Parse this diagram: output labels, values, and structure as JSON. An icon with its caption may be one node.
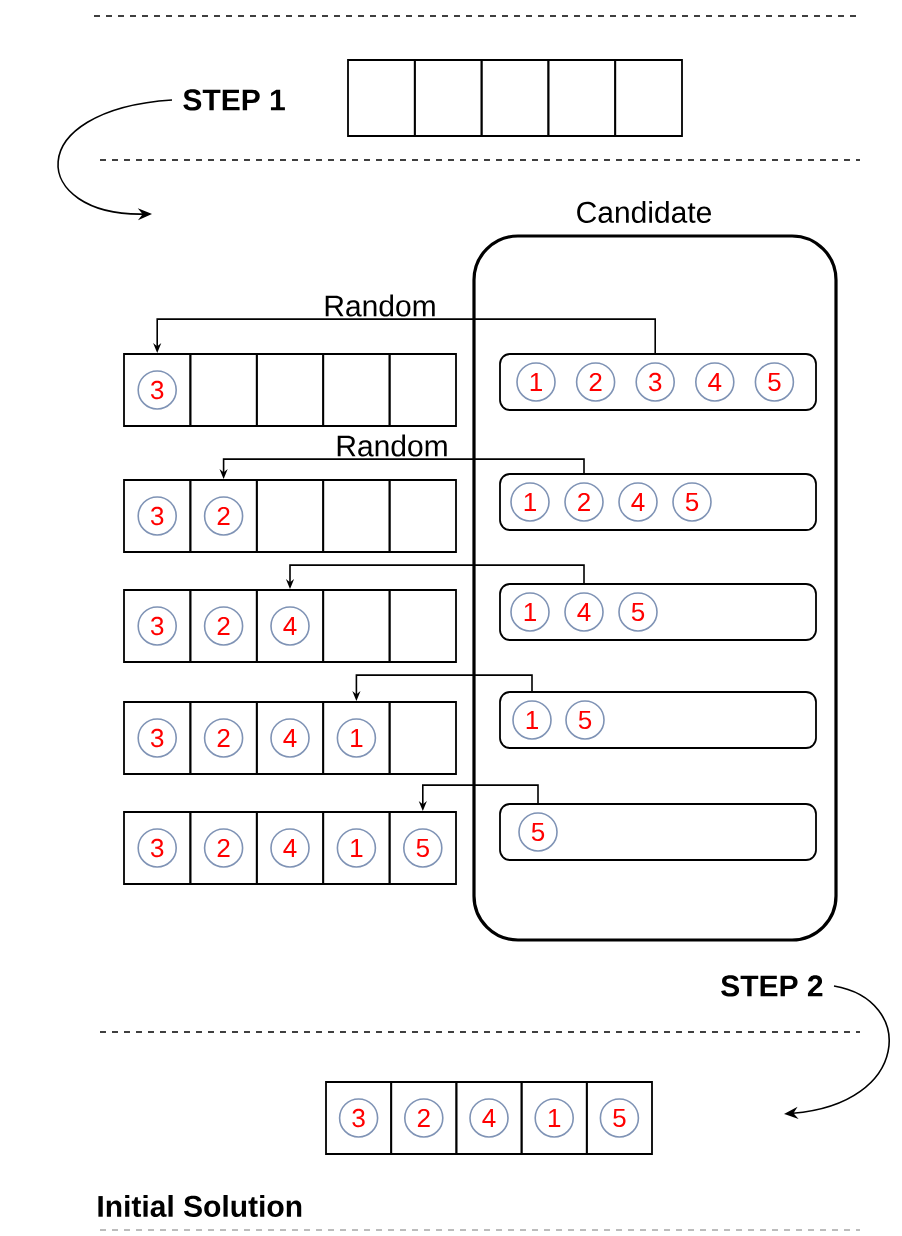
{
  "diagram": {
    "nodes": [
      {
        "text": [
          "STEP 1"
        ]
      },
      {
        "text": [],
        "shape": "box"
      },
      {
        "text": [],
        "shape": "box"
      },
      {
        "text": [],
        "shape": "box"
      },
      {
        "text": [],
        "shape": "box"
      },
      {
        "text": [],
        "shape": "box"
      },
      {
        "text": [
          "Candidate"
        ]
      },
      {
        "text": [
          "3"
        ]
      },
      {
        "text": [],
        "shape": "box"
      },
      {
        "text": [],
        "shape": "box"
      },
      {
        "text": [],
        "shape": "box"
      },
      {
        "text": [],
        "shape": "box"
      },
      {
        "text": [
          "1",
          "2",
          "3",
          "4",
          "5"
        ],
        "in": 6
      },
      {
        "text": [
          "3"
        ]
      },
      {
        "text": [
          "2"
        ]
      },
      {
        "text": [],
        "shape": "box"
      },
      {
        "text": [],
        "shape": "box"
      },
      {
        "text": [],
        "shape": "box"
      },
      {
        "text": [
          "1",
          "2",
          "4",
          "5"
        ],
        "in": 6
      },
      {
        "text": [
          "3"
        ]
      },
      {
        "text": [
          "2"
        ]
      },
      {
        "text": [
          "4"
        ]
      },
      {
        "text": [],
        "shape": "box"
      },
      {
        "text": [],
        "shape": "box"
      },
      {
        "text": [
          "1",
          "4",
          "5"
        ],
        "in": 6
      },
      {
        "text": [
          "3"
        ]
      },
      {
        "text": [
          "2"
        ]
      },
      {
        "text": [
          "4"
        ]
      },
      {
        "text": [
          "1"
        ]
      },
      {
        "text": [],
        "shape": "box"
      },
      {
        "text": [
          "1",
          "5"
        ],
        "in": 6
      },
      {
        "text": [
          "3"
        ]
      },
      {
        "text": [
          "2"
        ]
      },
      {
        "text": [
          "4"
        ]
      },
      {
        "text": [
          "1"
        ]
      },
      {
        "text": [
          "5"
        ]
      },
      {
        "text": [
          "5"
        ],
        "in": 6
      },
      {
        "text": [
          "STEP 2"
        ]
      },
      {
        "text": [
          "3"
        ]
      },
      {
        "text": [
          "2"
        ]
      },
      {
        "text": [
          "4"
        ]
      },
      {
        "text": [
          "1"
        ]
      },
      {
        "text": [
          "5"
        ]
      }
    ],
    "edges": [
      {
        "from": 12,
        "to": 7,
        "arrow": "to",
        "label": "Random"
      },
      {
        "from": 18,
        "to": 14,
        "arrow": "to",
        "label": "Random"
      },
      {
        "from": 24,
        "to": 21,
        "arrow": "to"
      },
      {
        "from": 30,
        "to": 28,
        "arrow": "to"
      },
      {
        "from": 36,
        "to": 35,
        "arrow": "to"
      },
      {
        "from": 0,
        "to": null,
        "arrow": "to"
      },
      {
        "from": 37,
        "to": null,
        "arrow": "to"
      }
    ],
    "labels": [
      "Initial Solution"
    ]
  }
}
